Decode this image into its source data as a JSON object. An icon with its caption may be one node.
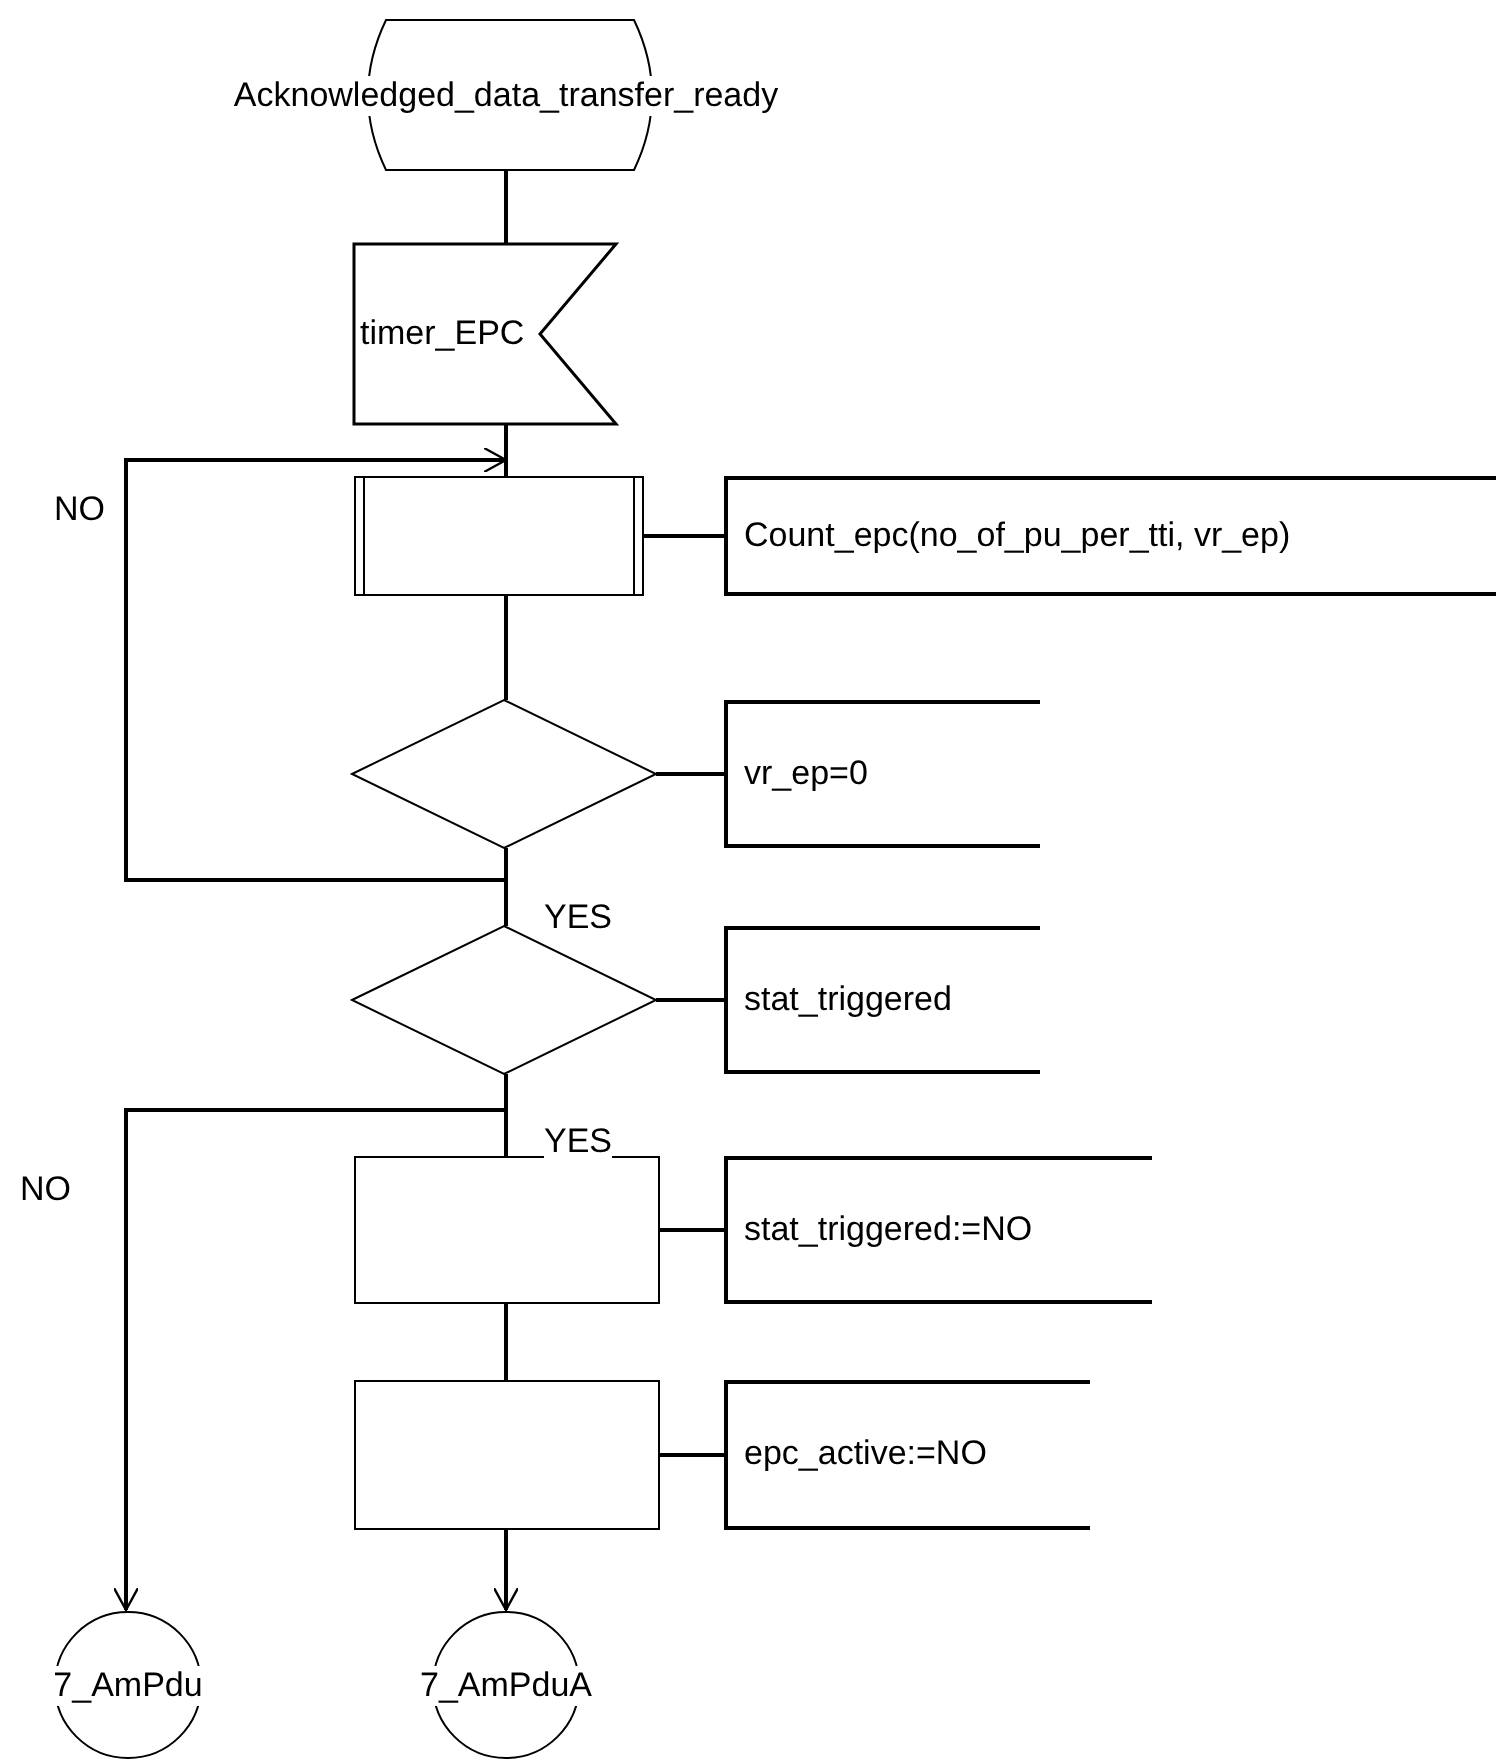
{
  "diagram": {
    "nodes": [
      {
        "text": [
          "Acknowledged_data_transfer_ready"
        ]
      },
      {
        "text": [
          "timer_EPC"
        ]
      },
      {
        "text": [],
        "shape": "box"
      },
      {
        "text": [
          "Count_epc(no_of_pu_per_tti, vr_ep)"
        ]
      },
      {
        "text": [],
        "shape": "diamond"
      },
      {
        "text": [
          "vr_ep=0"
        ]
      },
      {
        "text": [],
        "shape": "diamond"
      },
      {
        "text": [
          "stat_triggered"
        ]
      },
      {
        "text": [],
        "shape": "box"
      },
      {
        "text": [
          "stat_triggered:=NO"
        ]
      },
      {
        "text": [],
        "shape": "box"
      },
      {
        "text": [
          "epc_active:=NO"
        ]
      },
      {
        "text": [
          "7_AmPdu"
        ]
      },
      {
        "text": [
          "7_AmPduA"
        ]
      }
    ],
    "edges": [
      {
        "from": 0,
        "to": 1,
        "arrow": "none"
      },
      {
        "from": 1,
        "to": 2,
        "arrow": "none"
      },
      {
        "from": 2,
        "to": 3,
        "arrow": "none"
      },
      {
        "from": 2,
        "to": 4,
        "arrow": "none"
      },
      {
        "from": 4,
        "to": 5,
        "arrow": "none"
      },
      {
        "from": 4,
        "to": 2,
        "arrow": "to",
        "label": "NO"
      },
      {
        "from": 4,
        "to": 6,
        "arrow": "none",
        "label": "YES"
      },
      {
        "from": 6,
        "to": 7,
        "arrow": "none"
      },
      {
        "from": 6,
        "to": 12,
        "arrow": "to",
        "label": "NO"
      },
      {
        "from": 6,
        "to": 8,
        "arrow": "none",
        "label": "YES"
      },
      {
        "from": 8,
        "to": 9,
        "arrow": "none"
      },
      {
        "from": 8,
        "to": 10,
        "arrow": "none"
      },
      {
        "from": 10,
        "to": 11,
        "arrow": "none"
      },
      {
        "from": 10,
        "to": 13,
        "arrow": "to"
      }
    ]
  }
}
